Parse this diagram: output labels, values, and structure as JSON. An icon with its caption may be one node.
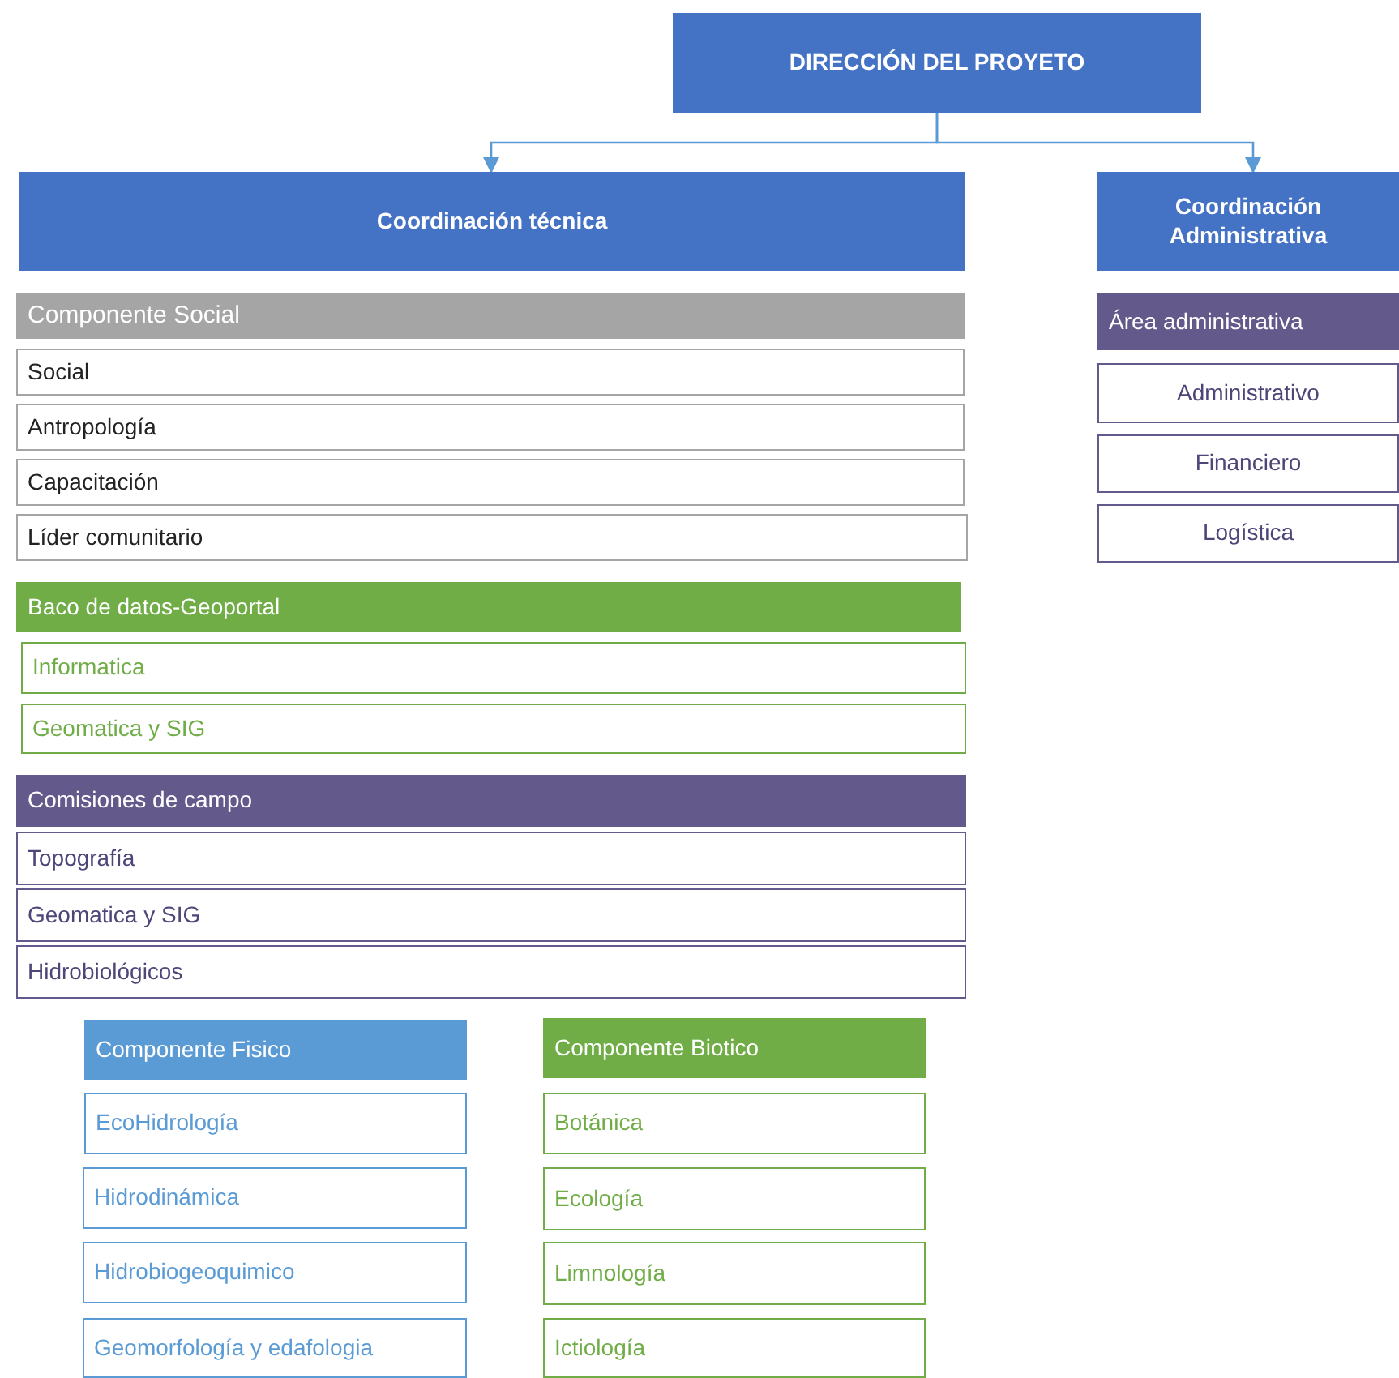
{
  "diagram": {
    "nodes": [
      {
        "text": [
          "DIRECCIÓN DEL PROYETO"
        ]
      },
      {
        "text": [
          "Coordinación técnica"
        ]
      },
      {
        "text": [
          "Coordinación Administrativa"
        ]
      },
      {
        "text": [
          "Componente Social"
        ]
      },
      {
        "text": [
          "Social"
        ]
      },
      {
        "text": [
          "Antropología"
        ]
      },
      {
        "text": [
          "Capacitación"
        ]
      },
      {
        "text": [
          "Líder comunitario"
        ]
      },
      {
        "text": [
          "Baco de datos-Geoportal"
        ]
      },
      {
        "text": [
          "Informatica"
        ]
      },
      {
        "text": [
          "Geomatica y SIG"
        ]
      },
      {
        "text": [
          "Comisiones de campo"
        ]
      },
      {
        "text": [
          "Topografía"
        ]
      },
      {
        "text": [
          "Geomatica y SIG"
        ]
      },
      {
        "text": [
          "Hidrobiológicos"
        ]
      },
      {
        "text": [
          "Componente Fisico"
        ]
      },
      {
        "text": [
          "EcoHidrología"
        ]
      },
      {
        "text": [
          "Hidrodinámica"
        ]
      },
      {
        "text": [
          "Hidrobiogeoquimico"
        ]
      },
      {
        "text": [
          "Geomorfología y edafologia"
        ]
      },
      {
        "text": [
          "Componente Biotico"
        ]
      },
      {
        "text": [
          "Botánica"
        ]
      },
      {
        "text": [
          "Ecología"
        ]
      },
      {
        "text": [
          "Limnología"
        ]
      },
      {
        "text": [
          "Ictiología"
        ]
      },
      {
        "text": [
          "Área administrativa"
        ]
      },
      {
        "text": [
          "Administrativo"
        ]
      },
      {
        "text": [
          "Financiero"
        ]
      },
      {
        "text": [
          "Logística"
        ]
      }
    ],
    "edges": [
      {
        "from": 0,
        "to": 1,
        "arrow": "to"
      },
      {
        "from": 0,
        "to": 2,
        "arrow": "to"
      }
    ]
  }
}
